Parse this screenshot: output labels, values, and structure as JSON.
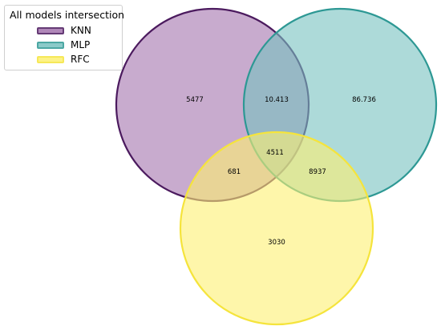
{
  "legend": {
    "title": "All models intersection",
    "items": [
      {
        "label": "KNN",
        "fill": "#a373ad",
        "stroke": "#4b1a5e"
      },
      {
        "label": "MLP",
        "fill": "#77c1c0",
        "stroke": "#2d9894"
      },
      {
        "label": "RFC",
        "fill": "#fdf071",
        "stroke": "#f5e43c"
      }
    ]
  },
  "regions": {
    "knn_only": "5477",
    "knn_mlp": "10.413",
    "mlp_only": "86.736",
    "all_three": "4511",
    "knn_rfc": "681",
    "mlp_rfc": "8937",
    "rfc_only": "3030"
  }
}
